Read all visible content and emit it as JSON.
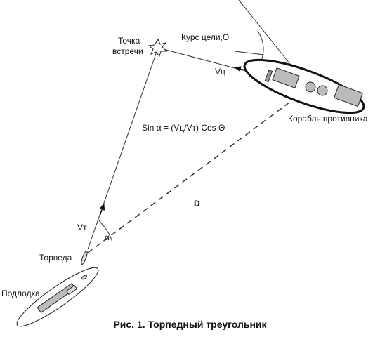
{
  "labels": {
    "meeting_point_line1": "Точка",
    "meeting_point_line2": "встречи",
    "target_course": "Курс цели,Θ",
    "target_speed": "Vц",
    "enemy_ship": "Корабль противника",
    "formula": "Sin α = (Vц/Vт) Cos Θ",
    "distance": "D",
    "torpedo_speed": "Vт",
    "alpha": "α",
    "torpedo": "Торпеда",
    "submarine": "Подлодка"
  },
  "caption": "Рис. 1. Торпедный треугольник"
}
